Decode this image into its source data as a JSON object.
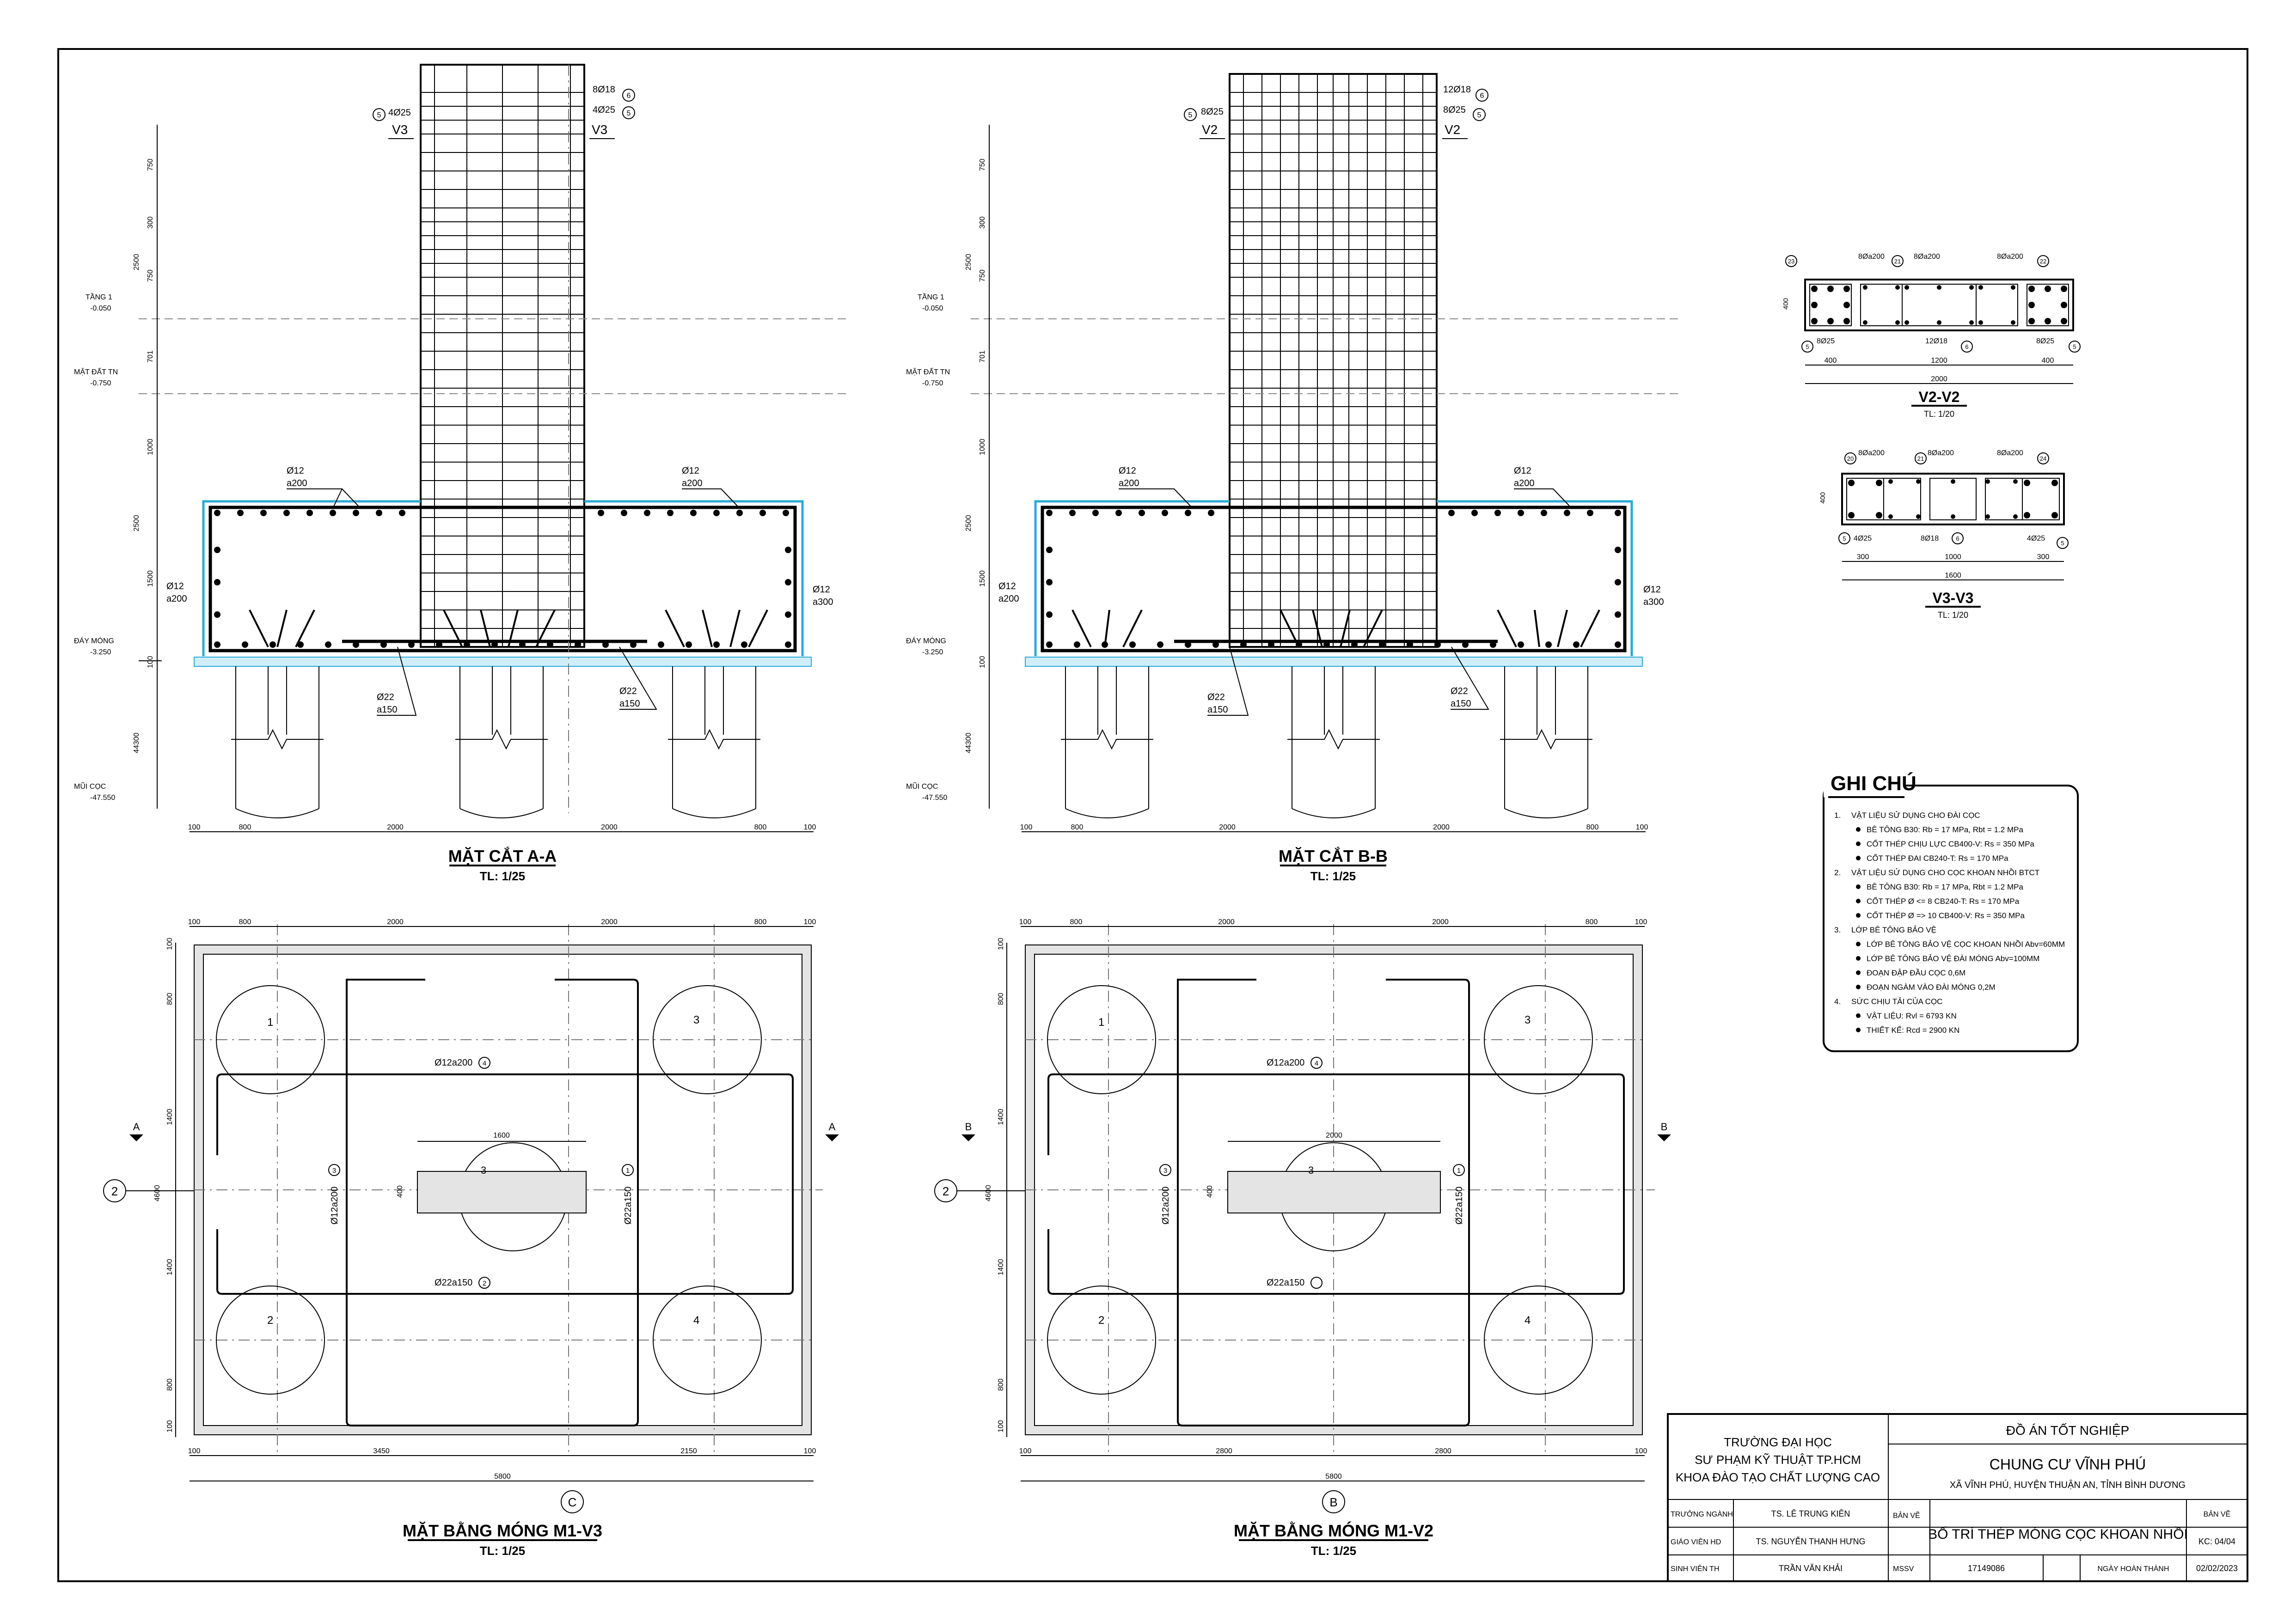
{
  "sections": {
    "aa": {
      "title": "MẶT CẮT A-A",
      "scale": "TL: 1/25",
      "col_label": "V3",
      "top_l": "4Ø25",
      "top_r1": "8Ø18",
      "top_r2": "4Ø25",
      "tag_l": "5",
      "tag_r1": "6",
      "tag_r2": "5"
    },
    "bb": {
      "title": "MẶT CẮT B-B",
      "scale": "TL: 1/25",
      "col_label": "V2",
      "top_l": "8Ø25",
      "top_r1": "12Ø18",
      "top_r2": "8Ø25",
      "tag_l": "5",
      "tag_r1": "6",
      "tag_r2": "5"
    },
    "levels": {
      "l1": "TẦNG 1",
      "l1v": "-0.050",
      "l2": "MẶT ĐẤT TN",
      "l2v": "-0.750",
      "l3": "ĐÁY MÓNG",
      "l3v": "-3.250",
      "l4": "MŨI CỌC",
      "l4v": "-47.550"
    },
    "vdims": [
      "750",
      "300",
      "750",
      "2500",
      "701",
      "1000",
      "2500",
      "1500",
      "100",
      "44300"
    ],
    "rebar": {
      "r1a": "Ø12",
      "r1b": "a200",
      "r2a": "Ø12",
      "r2b": "a300",
      "r3a": "Ø22",
      "r3b": "a150"
    },
    "hdims": [
      "100",
      "800",
      "2000",
      "2000",
      "800",
      "100"
    ]
  },
  "plans": {
    "m1v3": {
      "title": "MẶT BẰNG MÓNG M1-V3",
      "scale": "TL: 1/25",
      "axis": "C",
      "grid": "2",
      "cut": "A",
      "bot_dims": [
        "100",
        "3450",
        "2150",
        "100"
      ],
      "total": "5800",
      "core_dim": "1600",
      "core_h": "400",
      "bar4": "Ø12a200",
      "bar3": "Ø12a200",
      "bar1": "Ø22a150",
      "bar2": "Ø22a150",
      "tag4": "4",
      "tag3": "3",
      "tag1": "1",
      "tag2": "2"
    },
    "m1v2": {
      "title": "MẶT BẰNG MÓNG M1-V2",
      "scale": "TL: 1/25",
      "axis": "B",
      "grid": "2",
      "cut": "B",
      "bot_dims": [
        "100",
        "2800",
        "2800",
        "100"
      ],
      "total": "5800",
      "core_dim": "2000",
      "core_h": "400",
      "bar4": "Ø12a200",
      "bar3": "Ø12a200",
      "bar1": "Ø22a150",
      "bar2": "Ø22a150",
      "tag4": "4",
      "tag3": "3",
      "tag1": "1",
      "tag2": ""
    },
    "top_dims": [
      "100",
      "800",
      "2000",
      "2000",
      "800",
      "100"
    ],
    "left_dims": [
      "100",
      "800",
      "1400",
      "4600",
      "1400",
      "800",
      "100"
    ],
    "piles": [
      "1",
      "2",
      "3",
      "4"
    ]
  },
  "details": {
    "v2": {
      "title": "V2-V2",
      "scale": "TL: 1/20",
      "bars": [
        "8Ø25",
        "12Ø18",
        "8Ø25"
      ],
      "stirrups": [
        "8Øa200",
        "8Øa200",
        "8Øa200"
      ],
      "tags": [
        "23",
        "21",
        "22",
        "5",
        "6",
        "5"
      ],
      "dims": [
        "400",
        "1200",
        "400"
      ],
      "total": "2000",
      "h": "400"
    },
    "v3": {
      "title": "V3-V3",
      "scale": "TL: 1/20",
      "bars": [
        "4Ø25",
        "8Ø18",
        "4Ø25"
      ],
      "stirrups": [
        "8Øa200",
        "8Øa200",
        "8Øa200"
      ],
      "tags": [
        "20",
        "21",
        "24",
        "5",
        "6",
        "5"
      ],
      "dims": [
        "300",
        "1000",
        "300"
      ],
      "total": "1600",
      "h": "400"
    }
  },
  "notes": {
    "title": "GHI CHÚ",
    "items": [
      {
        "num": "1.",
        "text": "VẬT LIỆU SỬ DỤNG CHO ĐÀI CỌC",
        "bullet": false
      },
      {
        "num": "",
        "text": "BÊ TÔNG B30: Rb = 17 MPa, Rbt = 1.2 MPa",
        "bullet": true
      },
      {
        "num": "",
        "text": "CỐT THÉP CHỊU LỰC CB400-V: Rs = 350 MPa",
        "bullet": true
      },
      {
        "num": "",
        "text": "CỐT THÉP ĐAI CB240-T: Rs = 170 MPa",
        "bullet": true
      },
      {
        "num": "2.",
        "text": "VẬT LIỆU SỬ DỤNG CHO CỌC KHOAN NHỒI BTCT",
        "bullet": false
      },
      {
        "num": "",
        "text": "BÊ TÔNG B30: Rb = 17 MPa, Rbt = 1.2 MPa",
        "bullet": true
      },
      {
        "num": "",
        "text": "CỐT THÉP Ø <= 8 CB240-T: Rs = 170 MPa",
        "bullet": true
      },
      {
        "num": "",
        "text": "CỐT THÉP Ø => 10 CB400-V: Rs = 350 MPa",
        "bullet": true
      },
      {
        "num": "3.",
        "text": "LỚP BÊ TÔNG BẢO VỆ",
        "bullet": false
      },
      {
        "num": "",
        "text": "LỚP BÊ TÔNG BẢO VỆ CỌC KHOAN NHỒI Abv=60MM",
        "bullet": true
      },
      {
        "num": "",
        "text": "LỚP BÊ TÔNG BẢO VỆ ĐÀI MÓNG Abv=100MM",
        "bullet": true
      },
      {
        "num": "",
        "text": "ĐOẠN ĐẬP ĐẦU CỌC 0,6M",
        "bullet": true
      },
      {
        "num": "",
        "text": "ĐOẠN NGÀM VÀO ĐÀI MÓNG 0,2M",
        "bullet": true
      },
      {
        "num": "4.",
        "text": "SỨC CHỊU TẢI CỦA CỌC",
        "bullet": false
      },
      {
        "num": "",
        "text": "VẬT LIỆU: Rvl = 6793 KN",
        "bullet": true
      },
      {
        "num": "",
        "text": "THIẾT KẾ: Rcd = 2900 KN",
        "bullet": true
      }
    ]
  },
  "titleblock": {
    "school1": "TRƯỜNG ĐẠI HỌC",
    "school2": "SƯ PHẠM KỸ THUẬT TP.HCM",
    "school3": "KHOA ĐÀO TẠO CHẤT LƯỢNG CAO",
    "project_type": "ĐỒ ÁN TỐT NGHIỆP",
    "project": "CHUNG CƯ VĨNH PHÚ",
    "address": "XÃ VĨNH PHÚ, HUYỆN THUẬN AN, TỈNH BÌNH DƯƠNG",
    "r1_label": "TRƯỞNG NGÀNH",
    "r1_name": "TS. LÊ TRUNG KIÊN",
    "r2_label": "GIÁO VIÊN HD",
    "r2_name": "TS. NGUYỄN THANH HƯNG",
    "r3_label": "SINH VIÊN TH",
    "r3_name": "TRẦN VĂN KHẢI",
    "banve_label": "BẢN VẼ",
    "banve": "BỐ TRÍ THÉP MÓNG CỌC KHOAN NHỒI",
    "sheet_label": "BẢN VẼ",
    "sheet": "KC: 04/04",
    "mssv_label": "MSSV",
    "mssv": "17149086",
    "date_label": "NGÀY HOÀN THÀNH",
    "date": "02/02/2023"
  }
}
